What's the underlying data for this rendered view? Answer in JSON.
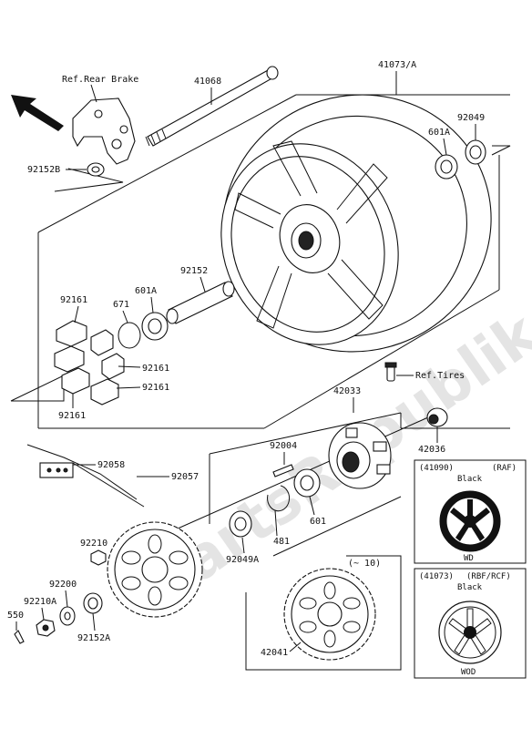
{
  "watermark": "PartsRepublik",
  "labels": {
    "ref_rear_brake": "Ref.Rear Brake",
    "p41068": "41068",
    "p41073A": "41073/A",
    "p92049": "92049",
    "p601A_top": "601A",
    "p92152B": "92152B",
    "p92152": "92152",
    "p601A_mid": "601A",
    "p671": "671",
    "p92161_a": "92161",
    "p92161_b": "92161",
    "p92161_c": "92161",
    "p92161_d": "92161",
    "ref_tires": "Ref.Tires",
    "p42033": "42033",
    "p42036": "42036",
    "p92004": "92004",
    "p92058": "92058",
    "p92057": "92057",
    "p601": "601",
    "p481": "481",
    "p92049A": "92049A",
    "p92210": "92210",
    "p92200": "92200",
    "p92210A": "92210A",
    "p550": "550",
    "p92152A": "92152A",
    "p42041": "42041",
    "range_10": "(~ 10)"
  },
  "inset_wd": {
    "part": "(41090)",
    "model": "(RAF)",
    "color": "Black",
    "code": "WD"
  },
  "inset_wod": {
    "part": "(41073)",
    "model": "(RBF/RCF)",
    "color": "Black",
    "code": "WOD"
  },
  "icons": {
    "front_arrow": "arrow-up-left-icon",
    "settings": "gear-icon"
  }
}
